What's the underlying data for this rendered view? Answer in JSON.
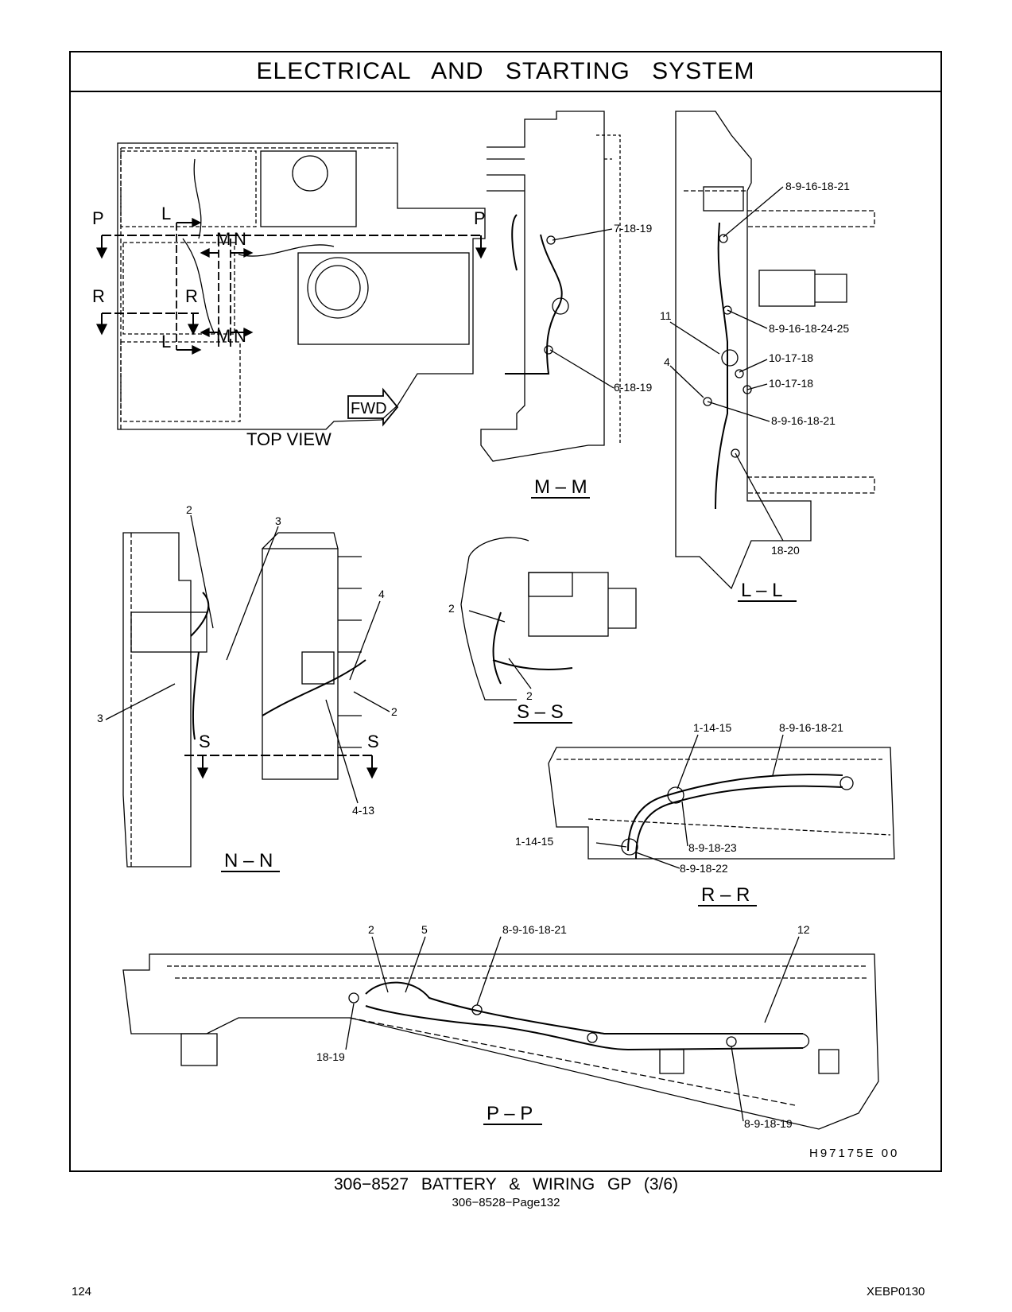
{
  "title": "ELECTRICAL AND STARTING SYSTEM",
  "drawing_number": "H97175E    00",
  "caption": "306−8527   BATTERY & WIRING GP (3/6)",
  "subcaption": "306−8528−Page132",
  "page_number": "124",
  "doc_code": "XEBP0130",
  "top_view": {
    "label": "TOP VIEW",
    "fwd": "FWD",
    "markers": {
      "p": "P",
      "l": "L",
      "m": "M",
      "n": "N",
      "r": "R"
    }
  },
  "sections": {
    "mm": {
      "label": "M – M",
      "callouts": [
        "7-18-19",
        "6-18-19"
      ]
    },
    "ll": {
      "label": "L – L",
      "callouts": [
        "8-9-16-18-21",
        "8-9-16-18-24-25",
        "11",
        "10-17-18",
        "4",
        "10-17-18",
        "8-9-16-18-21",
        "18-20"
      ]
    },
    "nn": {
      "label": "N – N",
      "callouts": [
        "2",
        "3",
        "4",
        "2",
        "3",
        "4-13"
      ],
      "markers": {
        "s": "S"
      }
    },
    "ss": {
      "label": "S – S",
      "callouts": [
        "2",
        "2"
      ]
    },
    "rr": {
      "label": "R – R",
      "callouts": [
        "1-14-15",
        "8-9-16-18-21",
        "1-14-15",
        "8-9-18-23",
        "8-9-18-22"
      ]
    },
    "pp": {
      "label": "P – P",
      "callouts": [
        "2",
        "5",
        "8-9-16-18-21",
        "12",
        "18-19",
        "8-9-18-19"
      ]
    }
  }
}
